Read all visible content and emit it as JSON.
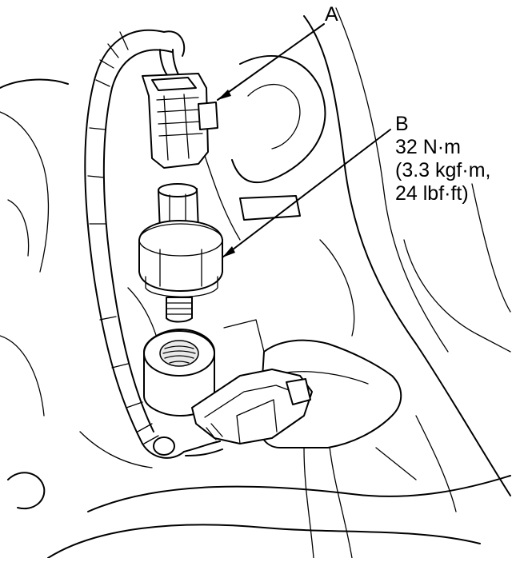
{
  "callouts": {
    "a": {
      "letter": "A"
    },
    "b": {
      "letter": "B",
      "torque_nm": "32 N·m",
      "torque_kgfm": "(3.3 kgf·m,",
      "torque_lbfft": "24 lbf·ft)"
    }
  },
  "colors": {
    "ink": "#000000",
    "paper": "#ffffff"
  }
}
